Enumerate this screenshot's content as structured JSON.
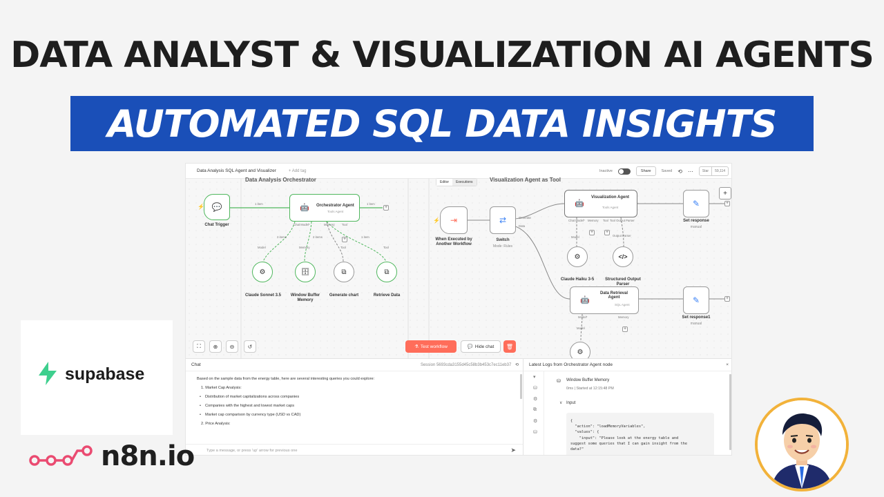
{
  "headline": "DATA ANALYST & VISUALIZATION AI AGENTS",
  "banner": "AUTOMATED SQL DATA INSIGHTS",
  "colors": {
    "banner_bg": "#1a4fb8",
    "n8n_accent": "#ff6d5a",
    "node_success": "#4fb75d",
    "avatar_ring": "#f2b23a"
  },
  "topbar": {
    "workflow_name": "Data Analysis SQL Agent and Visualizer",
    "add_tag": "+ Add tag",
    "inactive": "Inactive",
    "share": "Share",
    "saved": "Saved",
    "star": "Star",
    "star_count": "59,114"
  },
  "tabs": {
    "editor": "Editor",
    "executions": "Executions"
  },
  "stickies": {
    "left": "Data Analysis Orchestrator",
    "right": "Visualization Agent as Tool"
  },
  "nodes": {
    "chat_trigger": "Chat Trigger",
    "orchestrator": {
      "title": "Orchestrator Agent",
      "sub": "Tools Agent"
    },
    "claude_sonnet": "Claude Sonnet 3.5",
    "window_buffer": "Window Buffer Memory",
    "generate_chart": "Generate chart",
    "retrieve_data": "Retrieve Data",
    "when_executed": "When Executed by Another Workflow",
    "switch": {
      "title": "Switch",
      "sub": "Mode: Rules"
    },
    "viz_agent": {
      "title": "Visualization Agent",
      "sub": "Tools Agent"
    },
    "set_response": {
      "title": "Set response",
      "sub": "manual"
    },
    "claude_haiku": "Claude Haiku 3-5",
    "structured_parser": "Structured Output Parser",
    "data_retrieval": {
      "title": "Data Retrieval Agent",
      "sub": "SQL Agent"
    },
    "set_response1": {
      "title": "Set response1",
      "sub": "manual"
    }
  },
  "edge_labels": {
    "one_item": "1 item",
    "two_items": "2 items",
    "generate": "Generate",
    "data": "Data",
    "chat_model": "Chat Model*",
    "memory": "Memory",
    "tool": "Tool",
    "model": "Model",
    "tool_output_parser": "Tool Output Parser",
    "output_parser": "Output Parser",
    "model_star": "Model*"
  },
  "canvas_buttons": {
    "test_workflow": "Test workflow",
    "hide_chat": "Hide chat"
  },
  "chat": {
    "title": "Chat",
    "session_label": "Session",
    "session_id": "5693cda3155d45c58b3b453c7ec11eb37",
    "intro": "Based on the sample data from the energy table, here are several interesting queries you could explore:",
    "section1": "1. Market Cap Analysis:",
    "bullets": [
      "Distribution of market capitalizations across companies",
      "Companies with the highest and lowest market caps",
      "Market cap comparison by currency type (USD vs CAD)"
    ],
    "section2": "2. Price Analysis:",
    "placeholder": "Type a message, or press 'up' arrow for previous one"
  },
  "logs": {
    "title": "Latest Logs from Orchestrator Agent node",
    "entry_title": "Window Buffer Memory",
    "entry_meta": "0ms | Started at 12:15:48 PM",
    "input_label": "Input",
    "code_lines": [
      "{",
      "  \"action\": \"loadMemoryVariables\",",
      "  \"values\": {",
      "    \"input\": \"Please look at the energy table and",
      "suggest some queries that I can gain insight from the",
      "data?\""
    ]
  },
  "brands": {
    "supabase": "supabase",
    "n8n": "n8n.io"
  }
}
